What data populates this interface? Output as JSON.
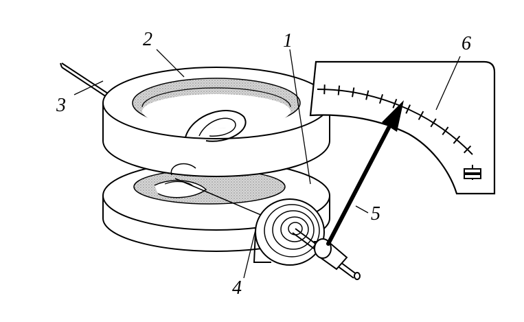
{
  "colors": {
    "ink": "#000000",
    "paper": "#ffffff",
    "shading": "#c8c8c8"
  },
  "labels": {
    "coil_label": "1",
    "core_label": "2",
    "shaft_label": "3",
    "spring_label": "4",
    "pointer_label": "5",
    "scale_label": "6"
  },
  "scale": {
    "tick_count": 12
  }
}
